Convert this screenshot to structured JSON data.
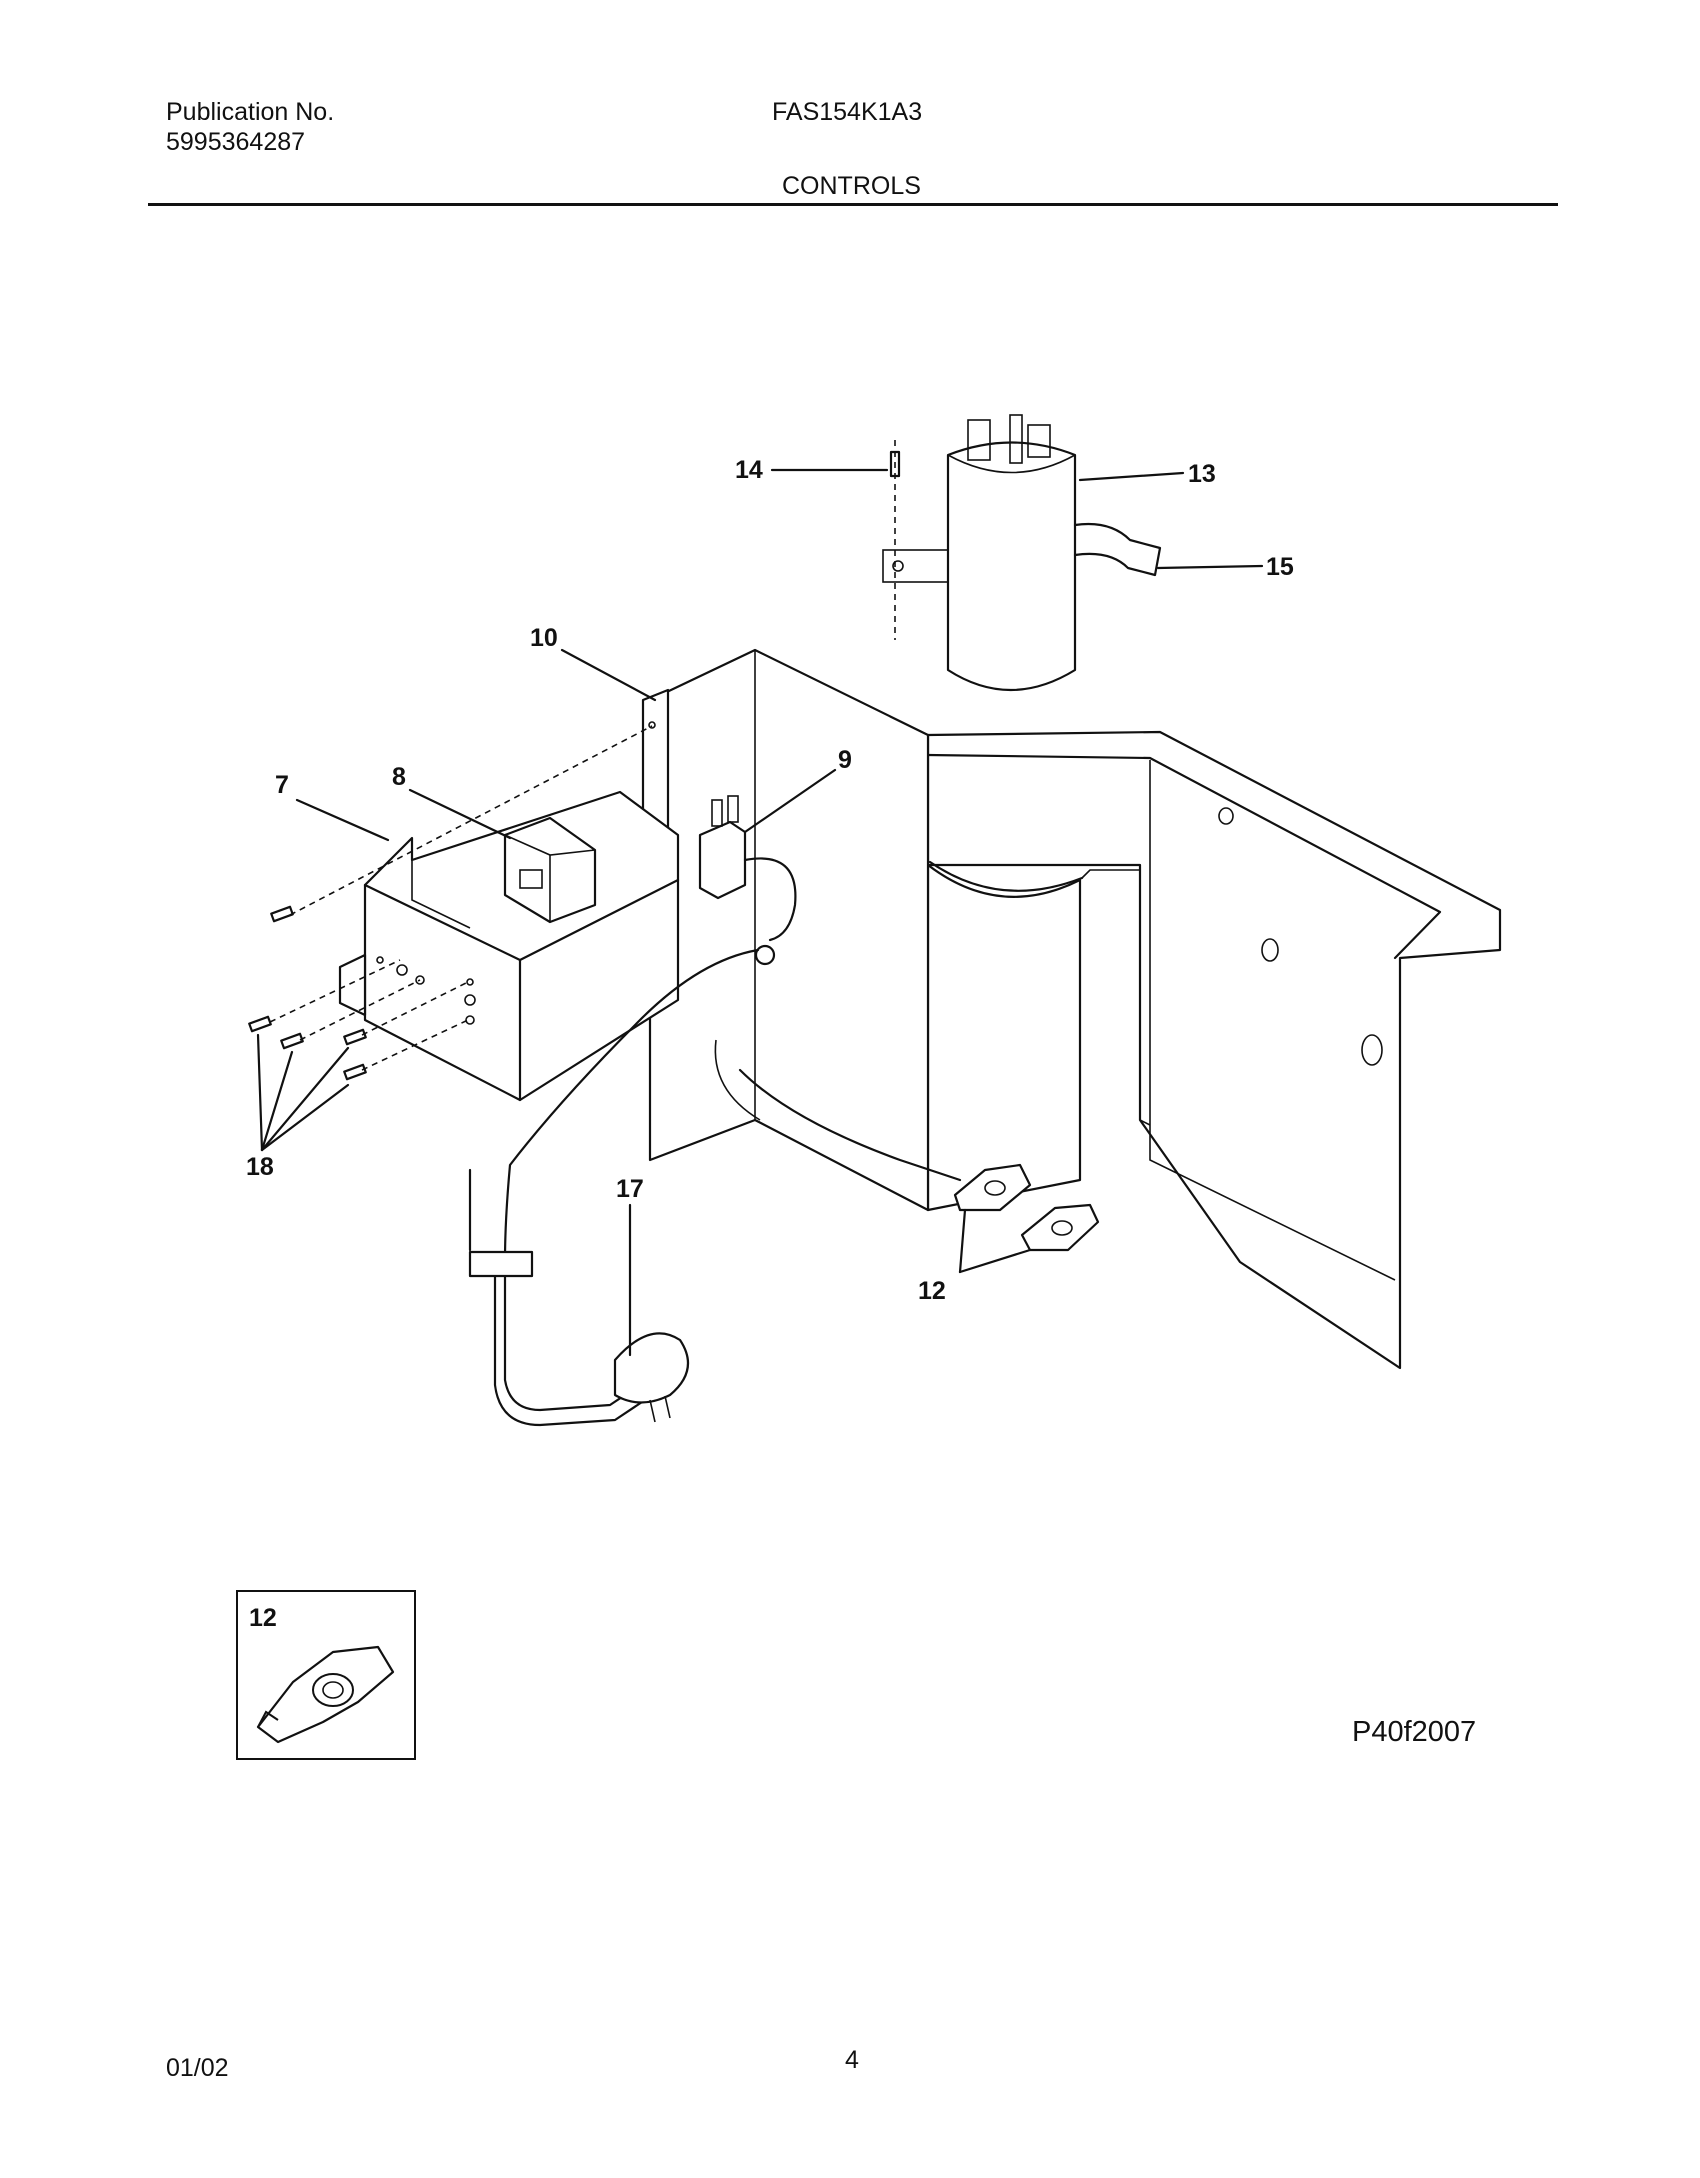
{
  "header": {
    "publication_label": "Publication No.",
    "publication_number": "5995364287",
    "model": "FAS154K1A3",
    "section_title": "CONTROLS"
  },
  "callouts": {
    "c7": "7",
    "c8": "8",
    "c9": "9",
    "c10": "10",
    "c12": "12",
    "c13": "13",
    "c14": "14",
    "c15": "15",
    "c17": "17",
    "c18": "18"
  },
  "inset": {
    "label": "12"
  },
  "figure_code": "P40f2007",
  "footer": {
    "date": "01/02",
    "page": "4"
  }
}
